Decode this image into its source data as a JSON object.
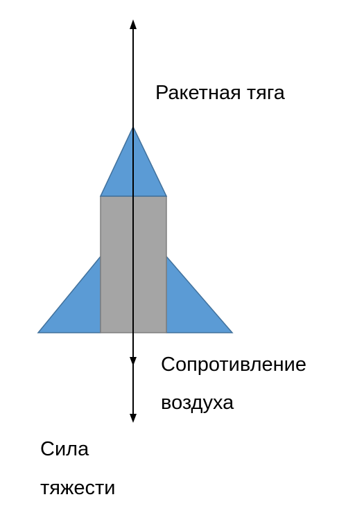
{
  "labels": {
    "thrust": "Ракетная тяга",
    "drag_line1": "Сопротивление",
    "drag_line2": "воздуха",
    "gravity_line1": "Сила",
    "gravity_line2": "тяжести"
  },
  "colors": {
    "fins_and_nose": "#5b9bd5",
    "body": "#a5a5a5",
    "outline": "#41719c",
    "body_outline": "#7f7f7f",
    "arrow": "#000000"
  }
}
